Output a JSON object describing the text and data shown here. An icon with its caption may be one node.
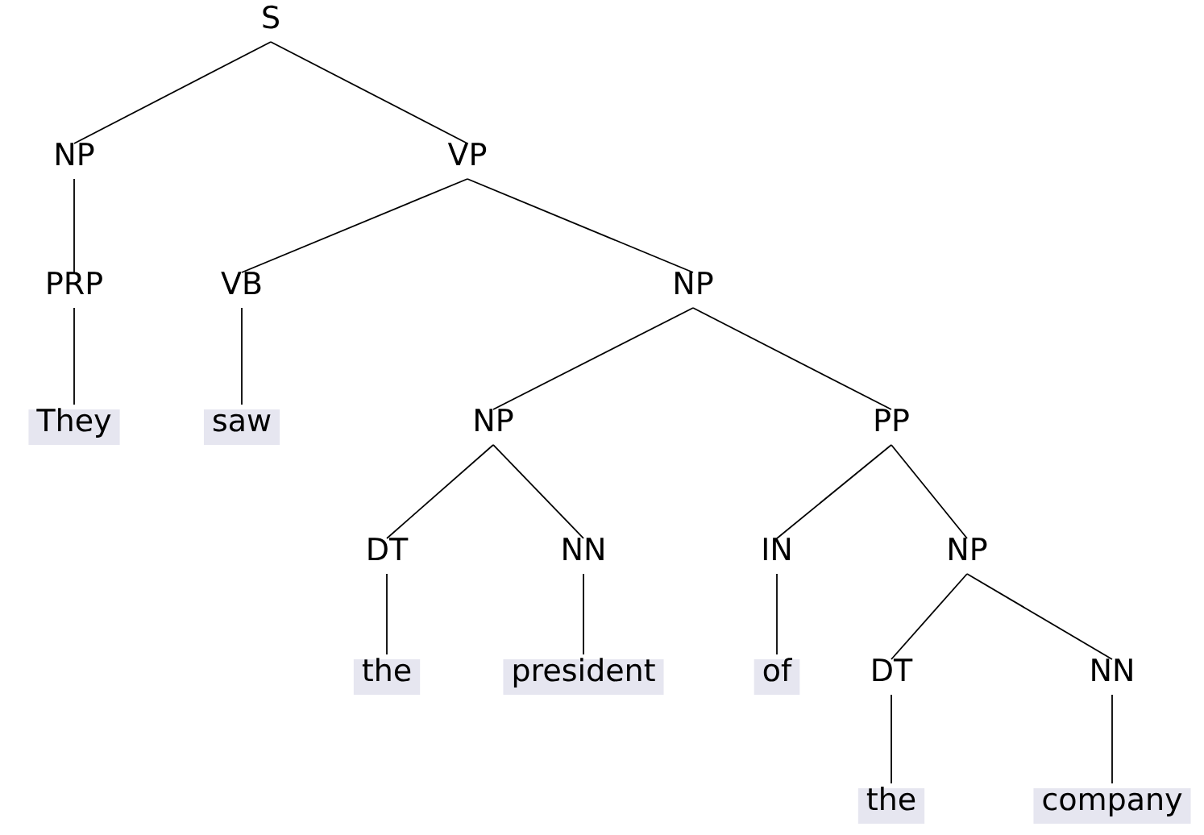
{
  "diagram": {
    "nodes": [
      {
        "text": [
          "S"
        ]
      },
      {
        "text": [
          "NP"
        ]
      },
      {
        "text": [
          "VP"
        ]
      },
      {
        "text": [
          "PRP"
        ]
      },
      {
        "text": [
          "VB"
        ]
      },
      {
        "text": [
          "NP"
        ]
      },
      {
        "text": [
          "They"
        ]
      },
      {
        "text": [
          "saw"
        ]
      },
      {
        "text": [
          "NP"
        ]
      },
      {
        "text": [
          "PP"
        ]
      },
      {
        "text": [
          "DT"
        ]
      },
      {
        "text": [
          "NN"
        ]
      },
      {
        "text": [
          "IN"
        ]
      },
      {
        "text": [
          "NP"
        ]
      },
      {
        "text": [
          "the"
        ]
      },
      {
        "text": [
          "president"
        ]
      },
      {
        "text": [
          "of"
        ]
      },
      {
        "text": [
          "DT"
        ]
      },
      {
        "text": [
          "NN"
        ]
      },
      {
        "text": [
          "the"
        ]
      },
      {
        "text": [
          "company"
        ]
      }
    ],
    "edges": [
      {
        "from": 0,
        "to": 1,
        "arrow": "none"
      },
      {
        "from": 0,
        "to": 2,
        "arrow": "none"
      },
      {
        "from": 1,
        "to": 3,
        "arrow": "none"
      },
      {
        "from": 2,
        "to": 4,
        "arrow": "none"
      },
      {
        "from": 2,
        "to": 5,
        "arrow": "none"
      },
      {
        "from": 3,
        "to": 6,
        "arrow": "none"
      },
      {
        "from": 4,
        "to": 7,
        "arrow": "none"
      },
      {
        "from": 5,
        "to": 8,
        "arrow": "none"
      },
      {
        "from": 5,
        "to": 9,
        "arrow": "none"
      },
      {
        "from": 8,
        "to": 10,
        "arrow": "none"
      },
      {
        "from": 8,
        "to": 11,
        "arrow": "none"
      },
      {
        "from": 9,
        "to": 12,
        "arrow": "none"
      },
      {
        "from": 9,
        "to": 13,
        "arrow": "none"
      },
      {
        "from": 10,
        "to": 14,
        "arrow": "none"
      },
      {
        "from": 11,
        "to": 15,
        "arrow": "none"
      },
      {
        "from": 12,
        "to": 16,
        "arrow": "none"
      },
      {
        "from": 13,
        "to": 17,
        "arrow": "none"
      },
      {
        "from": 13,
        "to": 18,
        "arrow": "none"
      },
      {
        "from": 17,
        "to": 19,
        "arrow": "none"
      },
      {
        "from": 18,
        "to": 20,
        "arrow": "none"
      }
    ]
  }
}
